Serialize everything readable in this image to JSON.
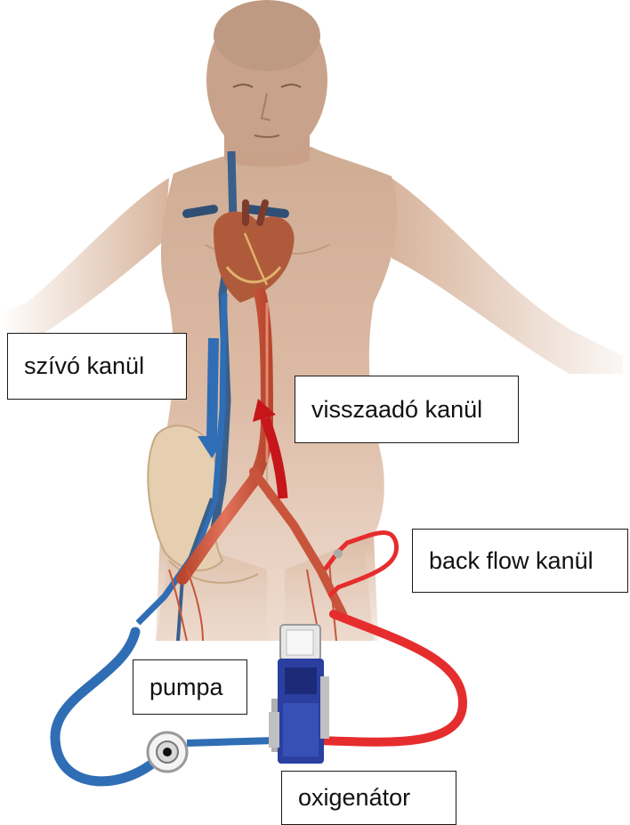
{
  "labels": {
    "suction_cannula": "szívó kanül",
    "return_cannula": "visszaadó kanül",
    "back_flow_cannula": "back flow kanül",
    "pump": "pumpa",
    "oxygenator": "oxigenátor"
  },
  "colors": {
    "skin": "#d9b7a0",
    "skin_shade": "#c9a189",
    "venous_blue": "#2f6db5",
    "arterial_red": "#d42a2a",
    "vessel_red": "#c8553b",
    "oxygenator_body": "#2b3fa0"
  }
}
